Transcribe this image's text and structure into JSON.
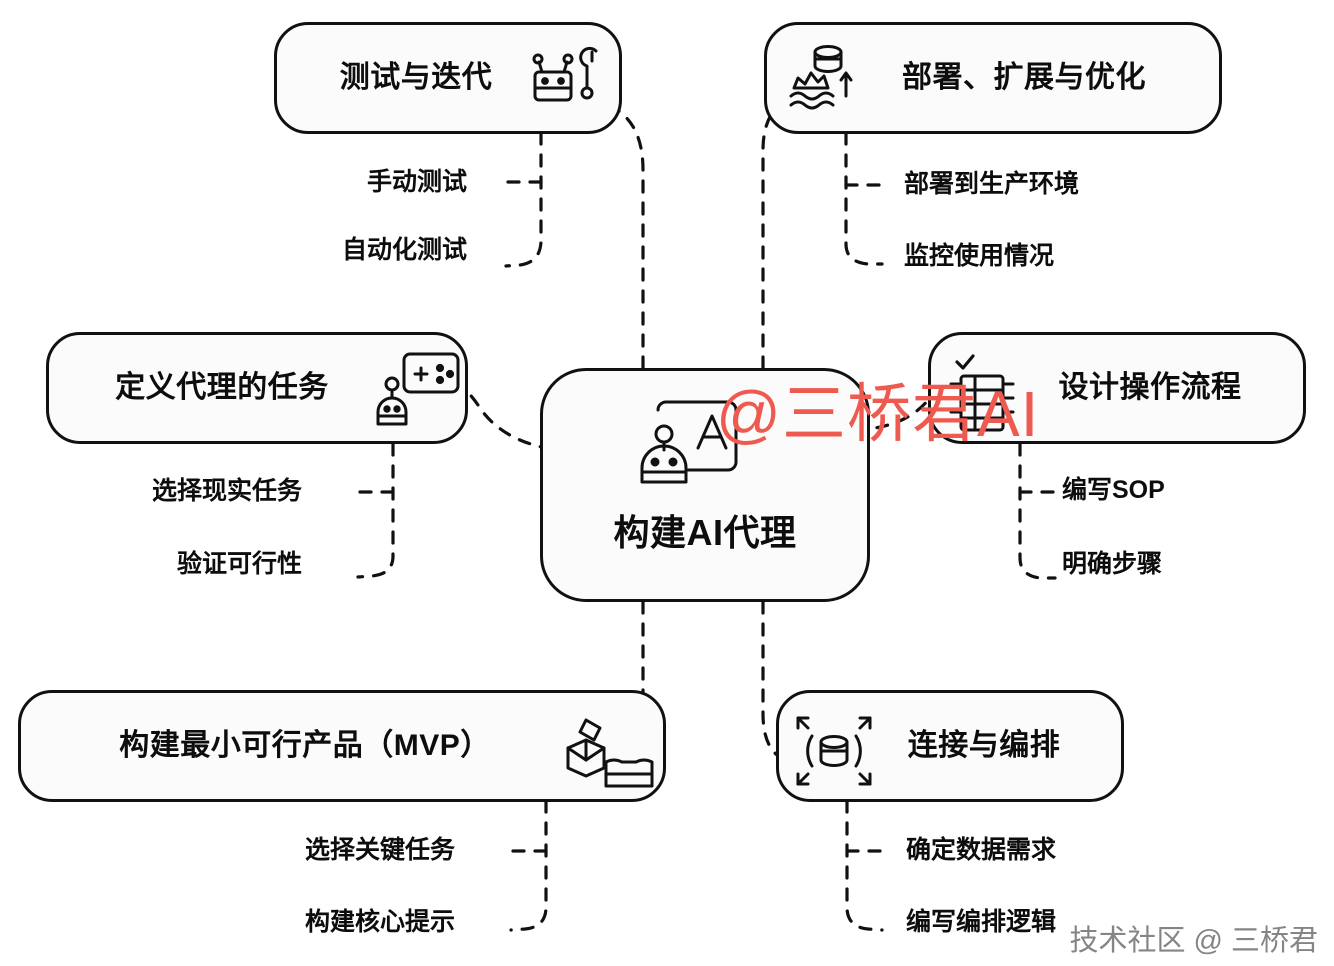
{
  "diagram": {
    "type": "mind-map",
    "title": "构建AI代理",
    "center": {
      "label": "构建AI代理",
      "icon": "robot-translate-icon"
    },
    "branches": [
      {
        "id": "testing",
        "label": "测试与迭代",
        "icon": "robot-wrench-icon",
        "position": "top-left",
        "items": [
          "手动测试",
          "自动化测试"
        ]
      },
      {
        "id": "deploy",
        "label": "部署、扩展与优化",
        "icon": "database-scale-icon",
        "position": "top-right",
        "items": [
          "部署到生产环境",
          "监控使用情况"
        ]
      },
      {
        "id": "define",
        "label": "定义代理的任务",
        "icon": "robot-screen-icon",
        "position": "middle-left",
        "items": [
          "选择现实任务",
          "验证可行性"
        ]
      },
      {
        "id": "sop",
        "label": "设计操作流程",
        "icon": "checklist-document-icon",
        "position": "middle-right",
        "items": [
          "编写SOP",
          "明确步骤"
        ]
      },
      {
        "id": "mvp",
        "label": "构建最小可行产品（MVP）",
        "icon": "box-package-icon",
        "position": "bottom-left",
        "items": [
          "选择关键任务",
          "构建核心提示"
        ]
      },
      {
        "id": "connect",
        "label": "连接与编排",
        "icon": "database-expand-icon",
        "position": "bottom-right",
        "items": [
          "确定数据需求",
          "编写编排逻辑"
        ]
      }
    ]
  },
  "watermarks": {
    "center": "@三桥君AI",
    "corner": "技术社区 @ 三桥君"
  },
  "colors": {
    "stroke": "#111111",
    "node_fill": "#fbfbfb",
    "text": "#0d0d0d",
    "watermark_accent": "#ef5a50",
    "watermark_corner": "#7b7b7b",
    "background": "#ffffff"
  }
}
